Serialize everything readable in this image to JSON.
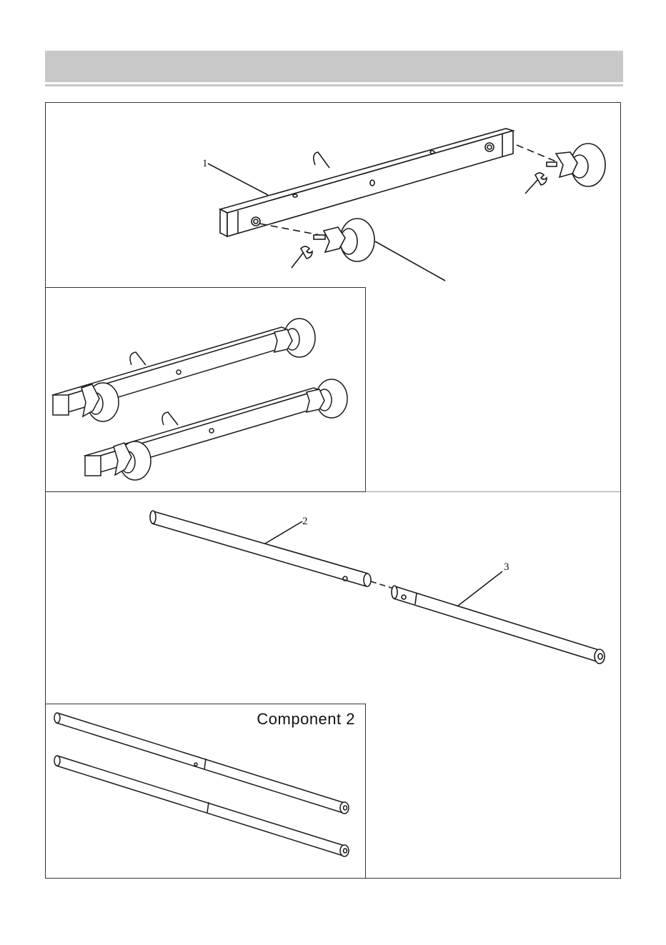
{
  "page": {
    "header_title": ""
  },
  "step1": {
    "part_labels": [
      "1"
    ]
  },
  "step2": {
    "part_labels": [
      "2",
      "3"
    ]
  },
  "step2_result": {
    "label": "Component  2"
  },
  "colors": {
    "header": "#c8c8c8",
    "line": "#1a1a1a",
    "frame": "#333333"
  }
}
